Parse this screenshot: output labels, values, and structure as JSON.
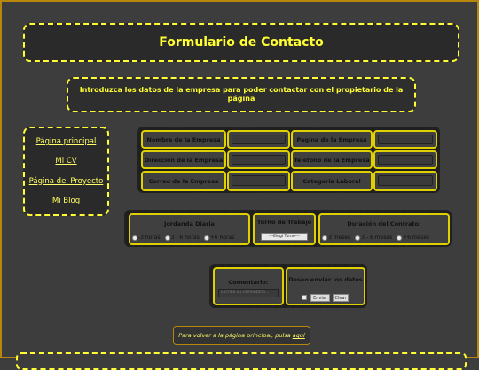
{
  "header": {
    "title": "Formulario de Contacto"
  },
  "intro": {
    "text": "Introduzca los datos de la empresa para poder contactar con el propietario de la página"
  },
  "nav": {
    "items": [
      {
        "label": "Página principal"
      },
      {
        "label": "Mi CV"
      },
      {
        "label": "Página del Proyecto"
      },
      {
        "label": "Mi Blog"
      }
    ]
  },
  "company": {
    "name_label": "Nombre de la Empresa",
    "address_label": "Direccion de la Empresa",
    "email_label": "Correo de la Empresa",
    "page_label": "Pagina de la Empresa",
    "phone_label": "Telefono de la Empresa",
    "category_label": "Categoria Laboral"
  },
  "work": {
    "jornada_label": "Jordanda Diaria",
    "jornada_options": [
      "-3 horas",
      "3 - 6 horas",
      "+6 horas"
    ],
    "turno_label": "Turno de Trabajo",
    "turno_selected": "---Elegi Turno---",
    "duracion_label": "Duración del Contrato:",
    "duracion_options": [
      "3 meses",
      "3 - 6 meses",
      "+6 meses"
    ]
  },
  "comment": {
    "label": "Comentario:",
    "placeholder": "Escriba su comentario...",
    "send_label": "Deseo enviar los datos",
    "send_button": "Enviar",
    "clear_button": "Clear"
  },
  "footer": {
    "text": "Para volver a la página principal, pulsa",
    "link": "aquí"
  },
  "colors": {
    "accent": "#ffff33",
    "background": "#3d3d3d",
    "border": "#b8860b"
  }
}
